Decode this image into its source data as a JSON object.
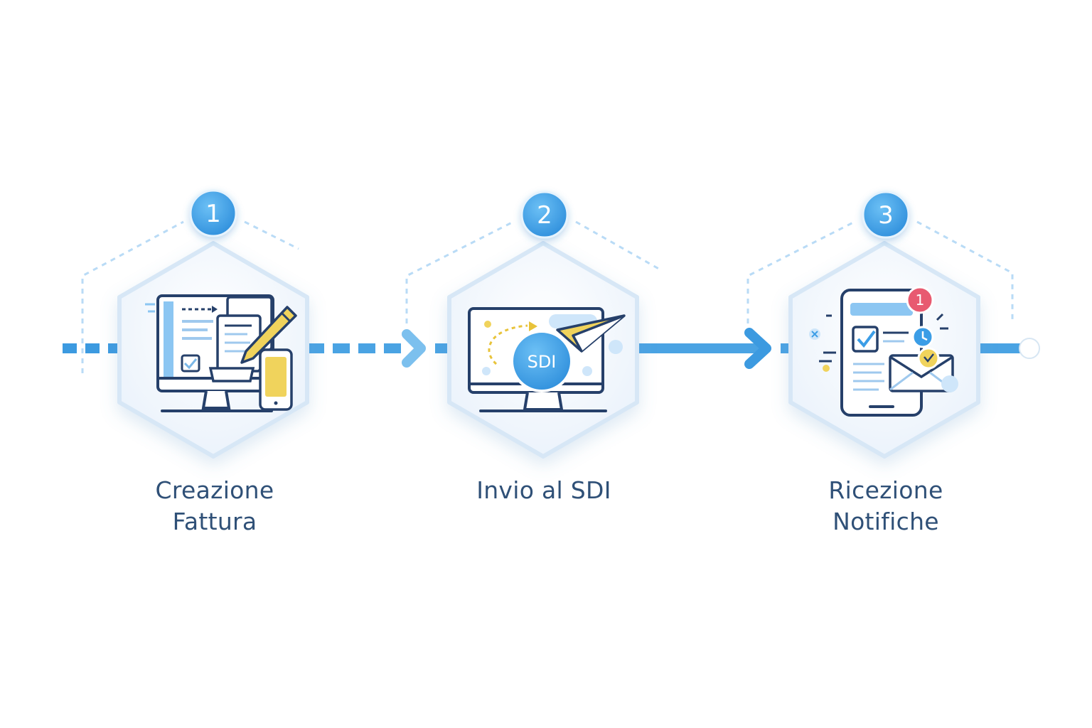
{
  "steps": [
    {
      "number": "1",
      "label_line1": "Creazione",
      "label_line2": "Fattura",
      "icon": "invoice-creation-icon"
    },
    {
      "number": "2",
      "label_line1": "Invio al SDI",
      "label_line2": "",
      "icon": "send-to-sdi-icon"
    },
    {
      "number": "3",
      "label_line1": "Ricezione",
      "label_line2": "Notifiche",
      "icon": "notifications-icon"
    }
  ],
  "sdi_badge": "SDI",
  "notification_count": "1",
  "colors": {
    "accent": "#3b9de6",
    "connector": "#4aa3e3",
    "label": "#2f5077",
    "outline": "#26406a",
    "yellow": "#f0d35c",
    "alert": "#e85a70",
    "hex_fill": "#f3f7fc",
    "hex_border": "#d9e8f7"
  }
}
